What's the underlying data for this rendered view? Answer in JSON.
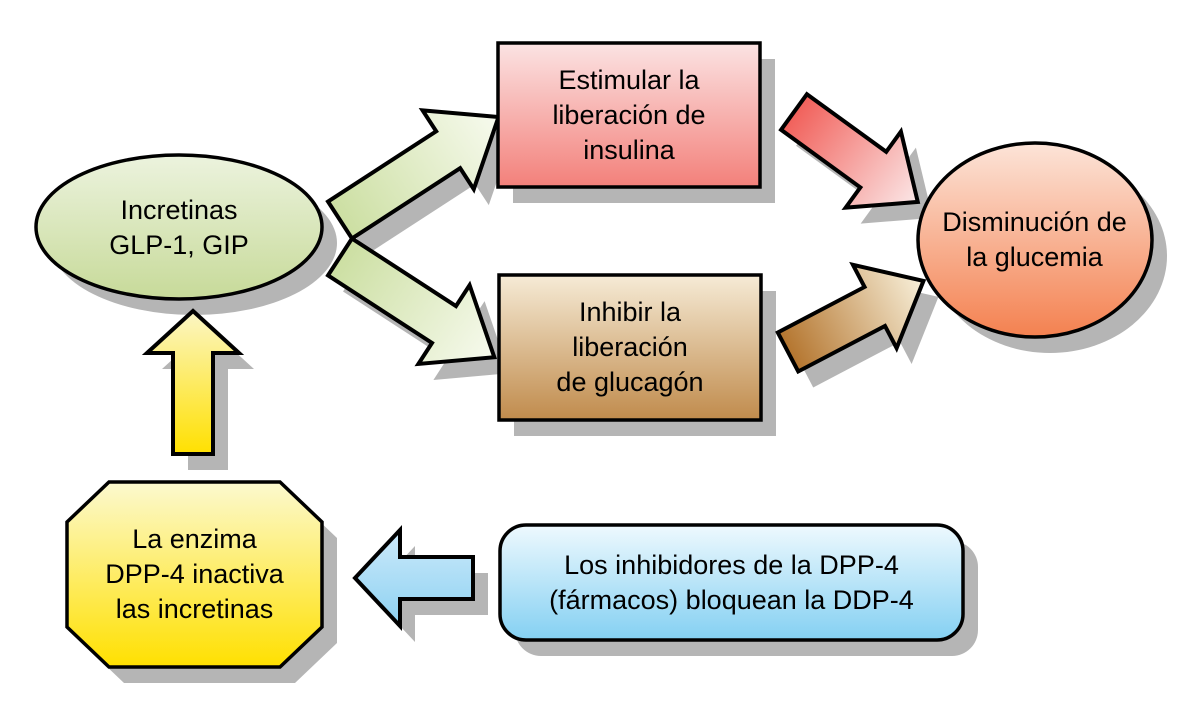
{
  "style": {
    "background": "#ffffff",
    "outline": "#000000",
    "shadow": "#b5b5b5",
    "text": "#000000"
  },
  "nodes": {
    "incretins": {
      "label": "Incretinas\nGLP-1, GIP",
      "shape": "ellipse",
      "fill_top": "#ecf3de",
      "fill_bottom": "#c7da99"
    },
    "stimulate_insulin": {
      "label": "Estimular la\nliberación de\ninsulina",
      "shape": "rectangle",
      "fill_top": "#fbe3e3",
      "fill_bottom": "#f3807a"
    },
    "inhibit_glucagon": {
      "label": "Inhibir la\nliberación\nde glucagón",
      "shape": "rectangle",
      "fill_top": "#f6ebd6",
      "fill_bottom": "#c08b4c"
    },
    "glycemia_decrease": {
      "label": "Disminución de\nla glucemia",
      "shape": "circle",
      "fill_top": "#fce4d8",
      "fill_bottom": "#f48150"
    },
    "dpp4_enzyme": {
      "label": "La enzima\nDPP-4 inactiva\nlas incretinas",
      "shape": "octagon",
      "fill_top": "#fcf9cf",
      "fill_bottom": "#ffe000"
    },
    "dpp4_inhibitors": {
      "label": "Los inhibidores de la DPP-4\n(fármacos) bloquean la DDP-4",
      "shape": "rounded-rectangle",
      "fill_top": "#eef9fe",
      "fill_bottom": "#84d0f2"
    }
  },
  "arrows": {
    "incretins_to_insulin": {
      "from": "incretins",
      "to": "stimulate_insulin",
      "color_tail": "#ccdfa2",
      "color_tip": "#f7faee"
    },
    "incretins_to_glucagon": {
      "from": "incretins",
      "to": "inhibit_glucagon",
      "color_tail": "#ccdfa2",
      "color_tip": "#f7faee"
    },
    "insulin_to_glycemia": {
      "from": "stimulate_insulin",
      "to": "glycemia_decrease",
      "color_tail": "#f1605a",
      "color_tip": "#fbe7e7"
    },
    "glucagon_to_glycemia": {
      "from": "inhibit_glucagon",
      "to": "glycemia_decrease",
      "color_tail": "#b4752e",
      "color_tip": "#f8f0da"
    },
    "enzyme_to_incretins": {
      "from": "dpp4_enzyme",
      "to": "incretins",
      "color_tail": "#ffe000",
      "color_tip": "#fbf6c6"
    },
    "inhibitors_to_enzyme": {
      "from": "dpp4_inhibitors",
      "to": "dpp4_enzyme",
      "color_light": "#cdeafb",
      "color_dark": "#8dd1f1"
    }
  }
}
